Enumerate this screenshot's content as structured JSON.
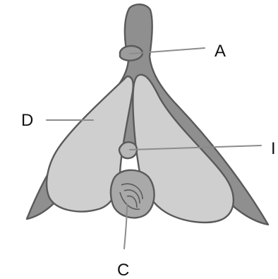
{
  "labels": {
    "A": "A",
    "B": "I",
    "C": "C",
    "D": "D"
  },
  "colors": {
    "outer_tissue": "#8f8f8f",
    "inner_tissue": "#cfcfcf",
    "outline": "#5a5a5a",
    "leader_line": "#8c8c8c",
    "label_text": "#111111"
  }
}
